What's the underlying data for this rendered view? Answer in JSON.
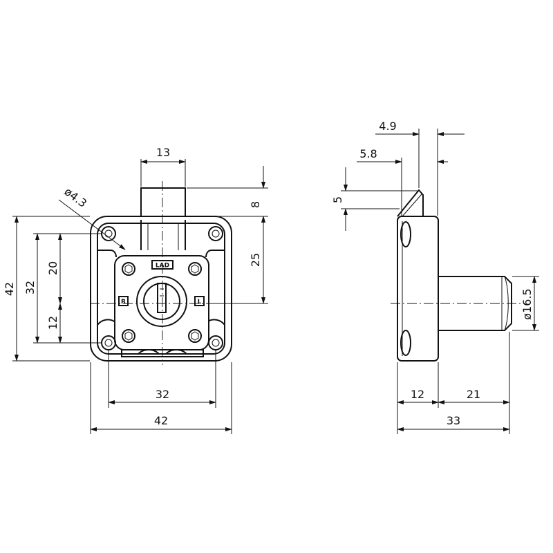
{
  "front_view": {
    "dimensions": {
      "bolt_width": "13",
      "bolt_height": "8",
      "center_to_top": "25",
      "hole_diameter": "ø4.3",
      "height_outer": "42",
      "height_hole_spacing": "32",
      "height_upper": "20",
      "height_lower": "12",
      "width_hole_spacing": "32",
      "width_outer": "42"
    },
    "marks": {
      "top_label": "LAD",
      "left_label": "R",
      "right_label": "L"
    }
  },
  "side_view": {
    "dimensions": {
      "bolt_tip": "4.9",
      "bolt_offset": "5.8",
      "bolt_bevel": "5",
      "cylinder_diameter": "ø16.5",
      "flange_thickness": "12",
      "cylinder_length": "21",
      "total_depth": "33"
    }
  }
}
